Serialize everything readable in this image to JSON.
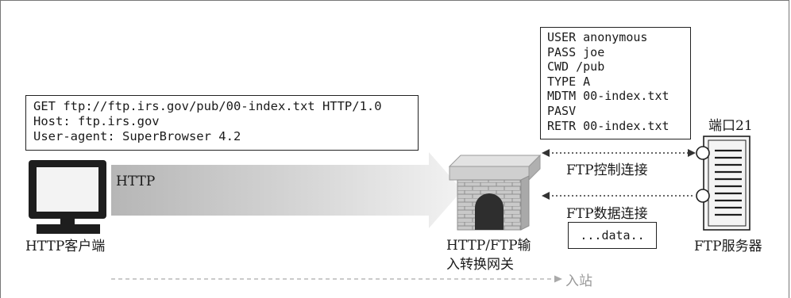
{
  "request_box": {
    "lines": [
      "GET ftp://ftp.irs.gov/pub/00-index.txt HTTP/1.0",
      "Host: ftp.irs.gov",
      "User-agent: SuperBrowser 4.2"
    ]
  },
  "command_box": {
    "lines": [
      "USER anonymous",
      "PASS joe",
      "CWD /pub",
      "TYPE A",
      "MDTM 00-index.txt",
      "PASV",
      "RETR 00-index.txt"
    ]
  },
  "data_box": {
    "text": "...data.."
  },
  "labels": {
    "http": "HTTP",
    "client": "HTTP客户端",
    "gateway_line1": "HTTP/FTP输",
    "gateway_line2": "入转换网关",
    "control_conn": "FTP控制连接",
    "data_conn": "FTP数据连接",
    "port": "端口21",
    "server": "FTP服务器",
    "inbound": "入站"
  },
  "colors": {
    "arrow_dark": "#b9b9b9",
    "arrow_light": "#f2f2f2",
    "dotted": "#333333",
    "inbound_dashed": "#aaaaaa"
  }
}
